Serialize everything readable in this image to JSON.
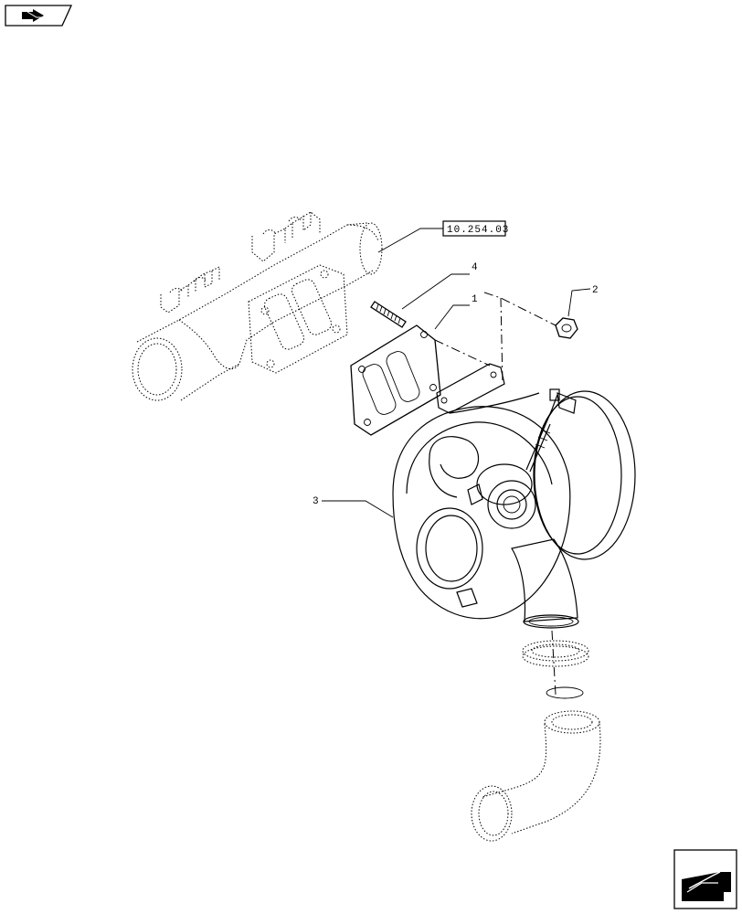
{
  "reference_label": "10.254.03",
  "callouts": [
    {
      "id": "1",
      "label": "1"
    },
    {
      "id": "2",
      "label": "2"
    },
    {
      "id": "3",
      "label": "3"
    },
    {
      "id": "4",
      "label": "4"
    }
  ],
  "nav": {
    "top_left_icon": "page-back-icon",
    "bottom_right_icon": "page-next-icon"
  }
}
